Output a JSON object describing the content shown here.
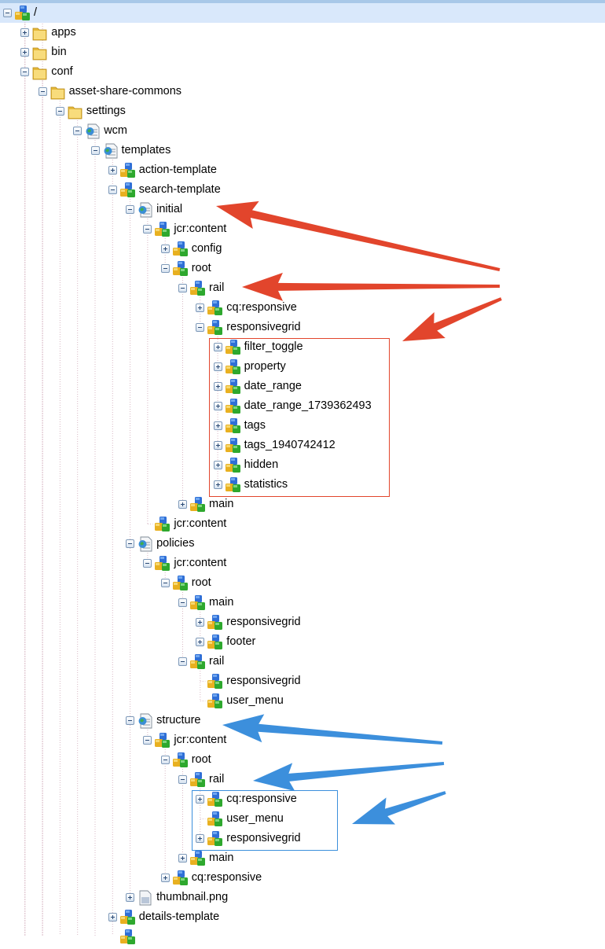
{
  "tree": {
    "nodes": [
      {
        "label": "/",
        "depth": 0,
        "toggle": "minus",
        "icon": "node-icon",
        "selected": true
      },
      {
        "label": "apps",
        "depth": 1,
        "toggle": "plus",
        "icon": "folder-icon"
      },
      {
        "label": "bin",
        "depth": 1,
        "toggle": "plus",
        "icon": "folder-icon"
      },
      {
        "label": "conf",
        "depth": 1,
        "toggle": "minus",
        "icon": "folder-icon"
      },
      {
        "label": "asset-share-commons",
        "depth": 2,
        "toggle": "minus",
        "icon": "folder-icon"
      },
      {
        "label": "settings",
        "depth": 3,
        "toggle": "minus",
        "icon": "folder-icon"
      },
      {
        "label": "wcm",
        "depth": 4,
        "toggle": "minus",
        "icon": "page-icon"
      },
      {
        "label": "templates",
        "depth": 5,
        "toggle": "minus",
        "icon": "page-icon"
      },
      {
        "label": "action-template",
        "depth": 6,
        "toggle": "plus",
        "icon": "node-icon"
      },
      {
        "label": "search-template",
        "depth": 6,
        "toggle": "minus",
        "icon": "node-icon"
      },
      {
        "label": "initial",
        "depth": 7,
        "toggle": "minus",
        "icon": "page-icon"
      },
      {
        "label": "jcr:content",
        "depth": 8,
        "toggle": "minus",
        "icon": "node-icon"
      },
      {
        "label": "config",
        "depth": 9,
        "toggle": "plus",
        "icon": "node-icon"
      },
      {
        "label": "root",
        "depth": 9,
        "toggle": "minus",
        "icon": "node-icon"
      },
      {
        "label": "rail",
        "depth": 10,
        "toggle": "minus",
        "icon": "node-icon"
      },
      {
        "label": "cq:responsive",
        "depth": 11,
        "toggle": "plus",
        "icon": "node-icon"
      },
      {
        "label": "responsivegrid",
        "depth": 11,
        "toggle": "minus",
        "icon": "node-icon"
      },
      {
        "label": "filter_toggle",
        "depth": 12,
        "toggle": "plus",
        "icon": "node-icon"
      },
      {
        "label": "property",
        "depth": 12,
        "toggle": "plus",
        "icon": "node-icon"
      },
      {
        "label": "date_range",
        "depth": 12,
        "toggle": "plus",
        "icon": "node-icon"
      },
      {
        "label": "date_range_1739362493",
        "depth": 12,
        "toggle": "plus",
        "icon": "node-icon"
      },
      {
        "label": "tags",
        "depth": 12,
        "toggle": "plus",
        "icon": "node-icon"
      },
      {
        "label": "tags_1940742412",
        "depth": 12,
        "toggle": "plus",
        "icon": "node-icon"
      },
      {
        "label": "hidden",
        "depth": 12,
        "toggle": "plus",
        "icon": "node-icon"
      },
      {
        "label": "statistics",
        "depth": 12,
        "toggle": "plus",
        "icon": "node-icon"
      },
      {
        "label": "main",
        "depth": 10,
        "toggle": "plus",
        "icon": "node-icon"
      },
      {
        "label": "jcr:content",
        "depth": 8,
        "toggle": "none",
        "icon": "node-icon"
      },
      {
        "label": "policies",
        "depth": 7,
        "toggle": "minus",
        "icon": "page-icon"
      },
      {
        "label": "jcr:content",
        "depth": 8,
        "toggle": "minus",
        "icon": "node-icon"
      },
      {
        "label": "root",
        "depth": 9,
        "toggle": "minus",
        "icon": "node-icon"
      },
      {
        "label": "main",
        "depth": 10,
        "toggle": "minus",
        "icon": "node-icon"
      },
      {
        "label": "responsivegrid",
        "depth": 11,
        "toggle": "plus",
        "icon": "node-icon"
      },
      {
        "label": "footer",
        "depth": 11,
        "toggle": "plus",
        "icon": "node-icon"
      },
      {
        "label": "rail",
        "depth": 10,
        "toggle": "minus",
        "icon": "node-icon"
      },
      {
        "label": "responsivegrid",
        "depth": 11,
        "toggle": "none",
        "icon": "node-icon"
      },
      {
        "label": "user_menu",
        "depth": 11,
        "toggle": "none",
        "icon": "node-icon"
      },
      {
        "label": "structure",
        "depth": 7,
        "toggle": "minus",
        "icon": "page-icon"
      },
      {
        "label": "jcr:content",
        "depth": 8,
        "toggle": "minus",
        "icon": "node-icon"
      },
      {
        "label": "root",
        "depth": 9,
        "toggle": "minus",
        "icon": "node-icon"
      },
      {
        "label": "rail",
        "depth": 10,
        "toggle": "minus",
        "icon": "node-icon"
      },
      {
        "label": "cq:responsive",
        "depth": 11,
        "toggle": "plus",
        "icon": "node-icon"
      },
      {
        "label": "user_menu",
        "depth": 11,
        "toggle": "none",
        "icon": "node-icon"
      },
      {
        "label": "responsivegrid",
        "depth": 11,
        "toggle": "plus",
        "icon": "node-icon"
      },
      {
        "label": "main",
        "depth": 10,
        "toggle": "plus",
        "icon": "node-icon"
      },
      {
        "label": "cq:responsive",
        "depth": 9,
        "toggle": "plus",
        "icon": "node-icon"
      },
      {
        "label": "thumbnail.png",
        "depth": 7,
        "toggle": "plus",
        "icon": "file-icon"
      },
      {
        "label": "details-template",
        "depth": 6,
        "toggle": "plus",
        "icon": "node-icon"
      },
      {
        "label": "",
        "depth": 6,
        "toggle": "none",
        "icon": "node-icon"
      }
    ]
  },
  "annotations": {
    "red_color": "#e2452c",
    "blue_color": "#3c8fdc",
    "red_box_rows": [
      17,
      24
    ],
    "blue_box_rows": [
      40,
      42
    ],
    "red_arrow_targets": [
      "initial",
      "rail",
      "responsivegrid children"
    ],
    "blue_arrow_targets": [
      "structure",
      "rail",
      "rail children"
    ]
  }
}
